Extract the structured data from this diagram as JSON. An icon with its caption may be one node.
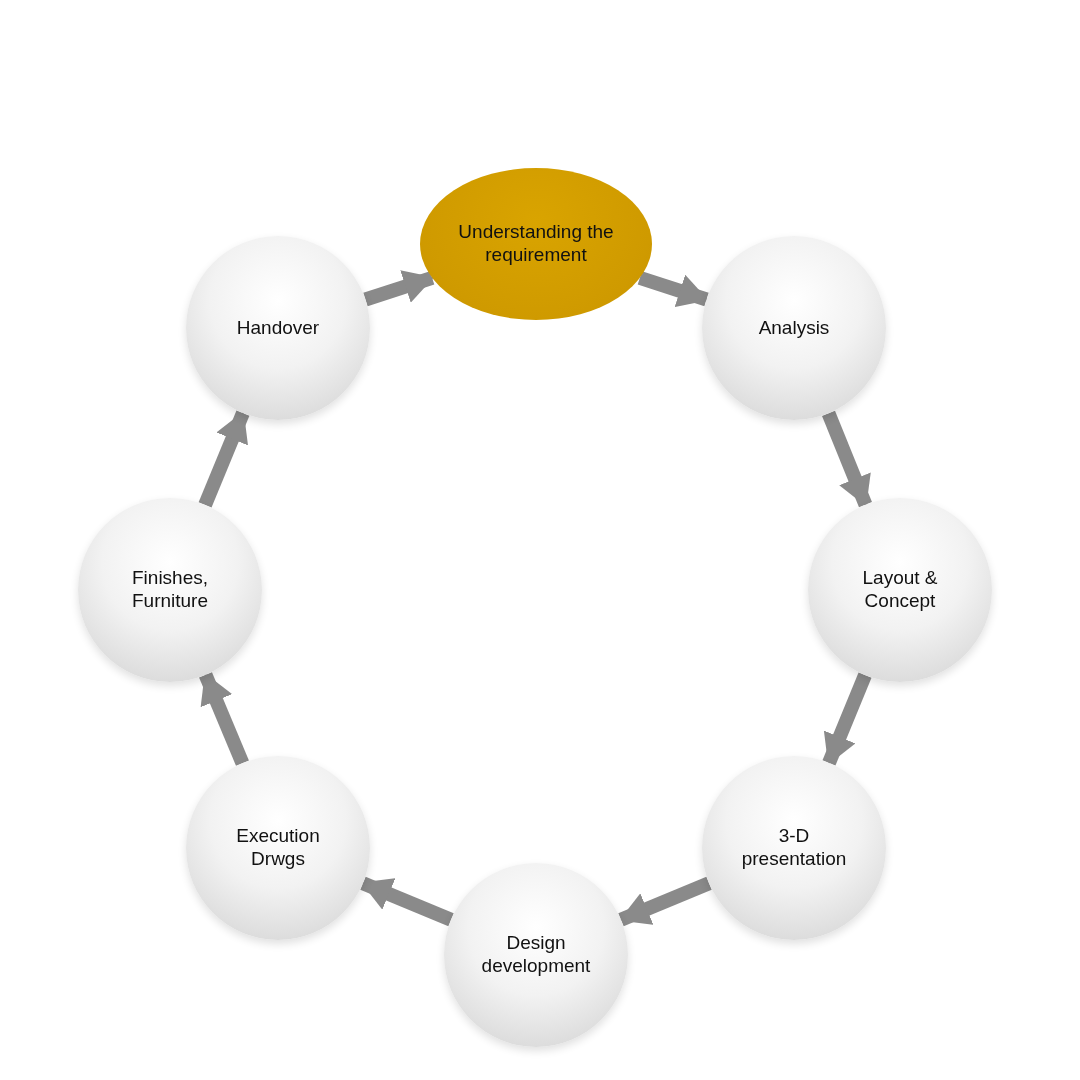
{
  "diagram": {
    "nodes": [
      {
        "text": [
          "Understanding the requirement"
        ]
      },
      {
        "text": [
          "Analysis"
        ]
      },
      {
        "text": [
          "Layout & Concept"
        ]
      },
      {
        "text": [
          "3-D presentation"
        ]
      },
      {
        "text": [
          "Design development"
        ]
      },
      {
        "text": [
          "Execution Drwgs"
        ]
      },
      {
        "text": [
          "Finishes, Furniture"
        ]
      },
      {
        "text": [
          "Handover"
        ]
      }
    ],
    "edges": [
      {
        "from": 0,
        "to": 1,
        "arrow": "to"
      },
      {
        "from": 1,
        "to": 2,
        "arrow": "to"
      },
      {
        "from": 2,
        "to": 3,
        "arrow": "to"
      },
      {
        "from": 3,
        "to": 4,
        "arrow": "to"
      },
      {
        "from": 4,
        "to": 5,
        "arrow": "to"
      },
      {
        "from": 5,
        "to": 6,
        "arrow": "to"
      },
      {
        "from": 6,
        "to": 7,
        "arrow": "to"
      },
      {
        "from": 7,
        "to": 0,
        "arrow": "to"
      }
    ]
  }
}
